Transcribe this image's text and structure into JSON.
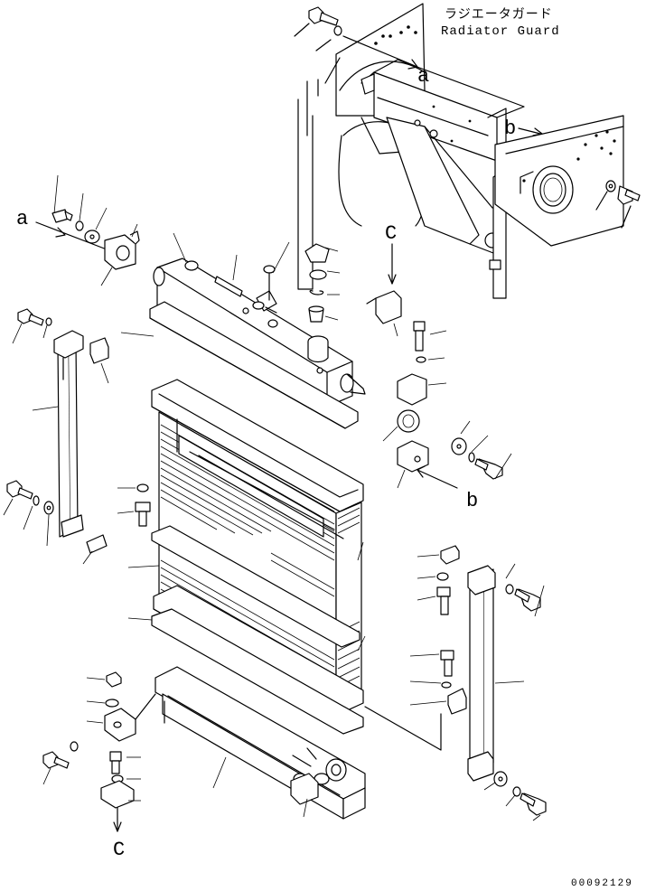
{
  "title": {
    "japanese": "ラジエータガード",
    "english": "Radiator Guard"
  },
  "reference_labels": {
    "a_left": "a",
    "a_top": "a",
    "b_top": "b",
    "b_mid": "b",
    "c_top": "C",
    "c_bottom": "C"
  },
  "drawing_number": "00092129"
}
